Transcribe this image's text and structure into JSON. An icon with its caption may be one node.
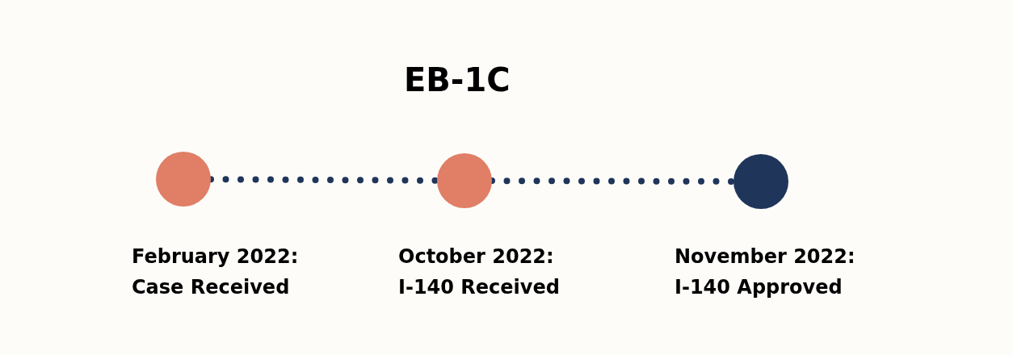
{
  "diagram": {
    "title": "EB-1C",
    "nodes": [
      {
        "text": [],
        "shape": "circle",
        "beside": [
          "February 2022:",
          "Case Received"
        ]
      },
      {
        "text": [],
        "shape": "circle",
        "beside": [
          "October 2022:",
          "I-140 Received"
        ]
      },
      {
        "text": [],
        "shape": "circle",
        "beside": [
          "November 2022:",
          "I-140 Approved"
        ]
      }
    ],
    "edges": [
      {
        "from": 0,
        "to": 1,
        "arrow": "none",
        "style": "dashed"
      },
      {
        "from": 1,
        "to": 2,
        "arrow": "none",
        "style": "dashed"
      }
    ]
  }
}
